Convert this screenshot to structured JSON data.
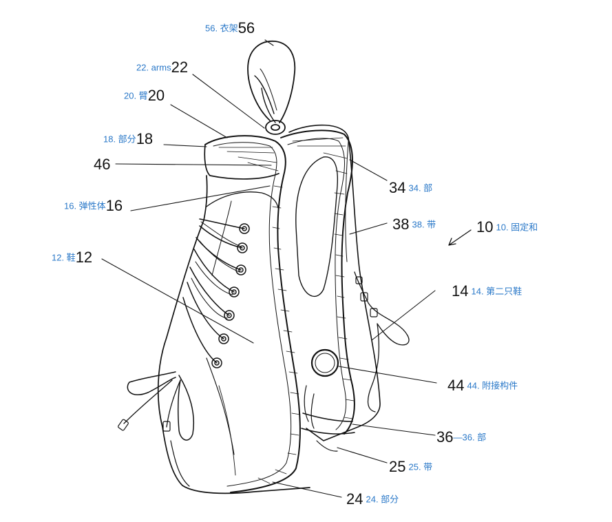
{
  "colors": {
    "ink": "#111111",
    "translation": "#2a78c8",
    "background": "#ffffff"
  },
  "callouts": [
    {
      "id": "56",
      "number": "56",
      "translation": "56. 衣架"
    },
    {
      "id": "22",
      "number": "22",
      "translation": "22. arms"
    },
    {
      "id": "20",
      "number": "20",
      "translation": "20. 臂"
    },
    {
      "id": "18",
      "number": "18",
      "translation": "18. 部分"
    },
    {
      "id": "46",
      "number": "46",
      "translation": ""
    },
    {
      "id": "34",
      "number": "34",
      "translation": "34. 部"
    },
    {
      "id": "16",
      "number": "16",
      "translation": "16. 弹性体"
    },
    {
      "id": "38",
      "number": "38",
      "translation": "38. 带"
    },
    {
      "id": "10",
      "number": "10",
      "translation": "10. 固定和"
    },
    {
      "id": "12",
      "number": "12",
      "translation": "12. 鞋"
    },
    {
      "id": "14",
      "number": "14",
      "translation": "14. 第二只鞋"
    },
    {
      "id": "44",
      "number": "44",
      "translation": "44. 附接构件"
    },
    {
      "id": "36",
      "number": "36",
      "translation": "—36. 部"
    },
    {
      "id": "25",
      "number": "25",
      "translation": "25. 带"
    },
    {
      "id": "24",
      "number": "24",
      "translation": "24. 部分"
    }
  ]
}
